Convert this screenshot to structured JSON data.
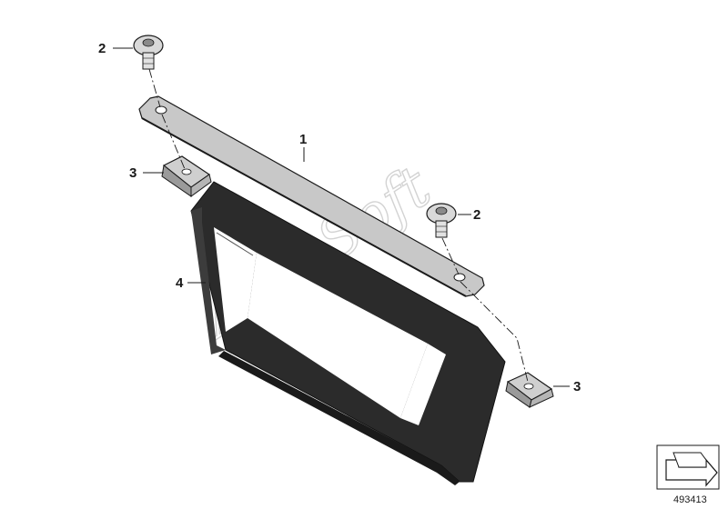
{
  "watermark": "AutoSoft",
  "callouts": {
    "bracket": "1",
    "screw_top": "2",
    "screw_right": "2",
    "nut_left": "3",
    "nut_right": "3",
    "rubber_frame": "4"
  },
  "document_number": "493413",
  "colors": {
    "line": "#1a1a1a",
    "metal": "#c8c8c8",
    "rubber": "#2b2b2b",
    "watermark": "#d3d3d3"
  }
}
